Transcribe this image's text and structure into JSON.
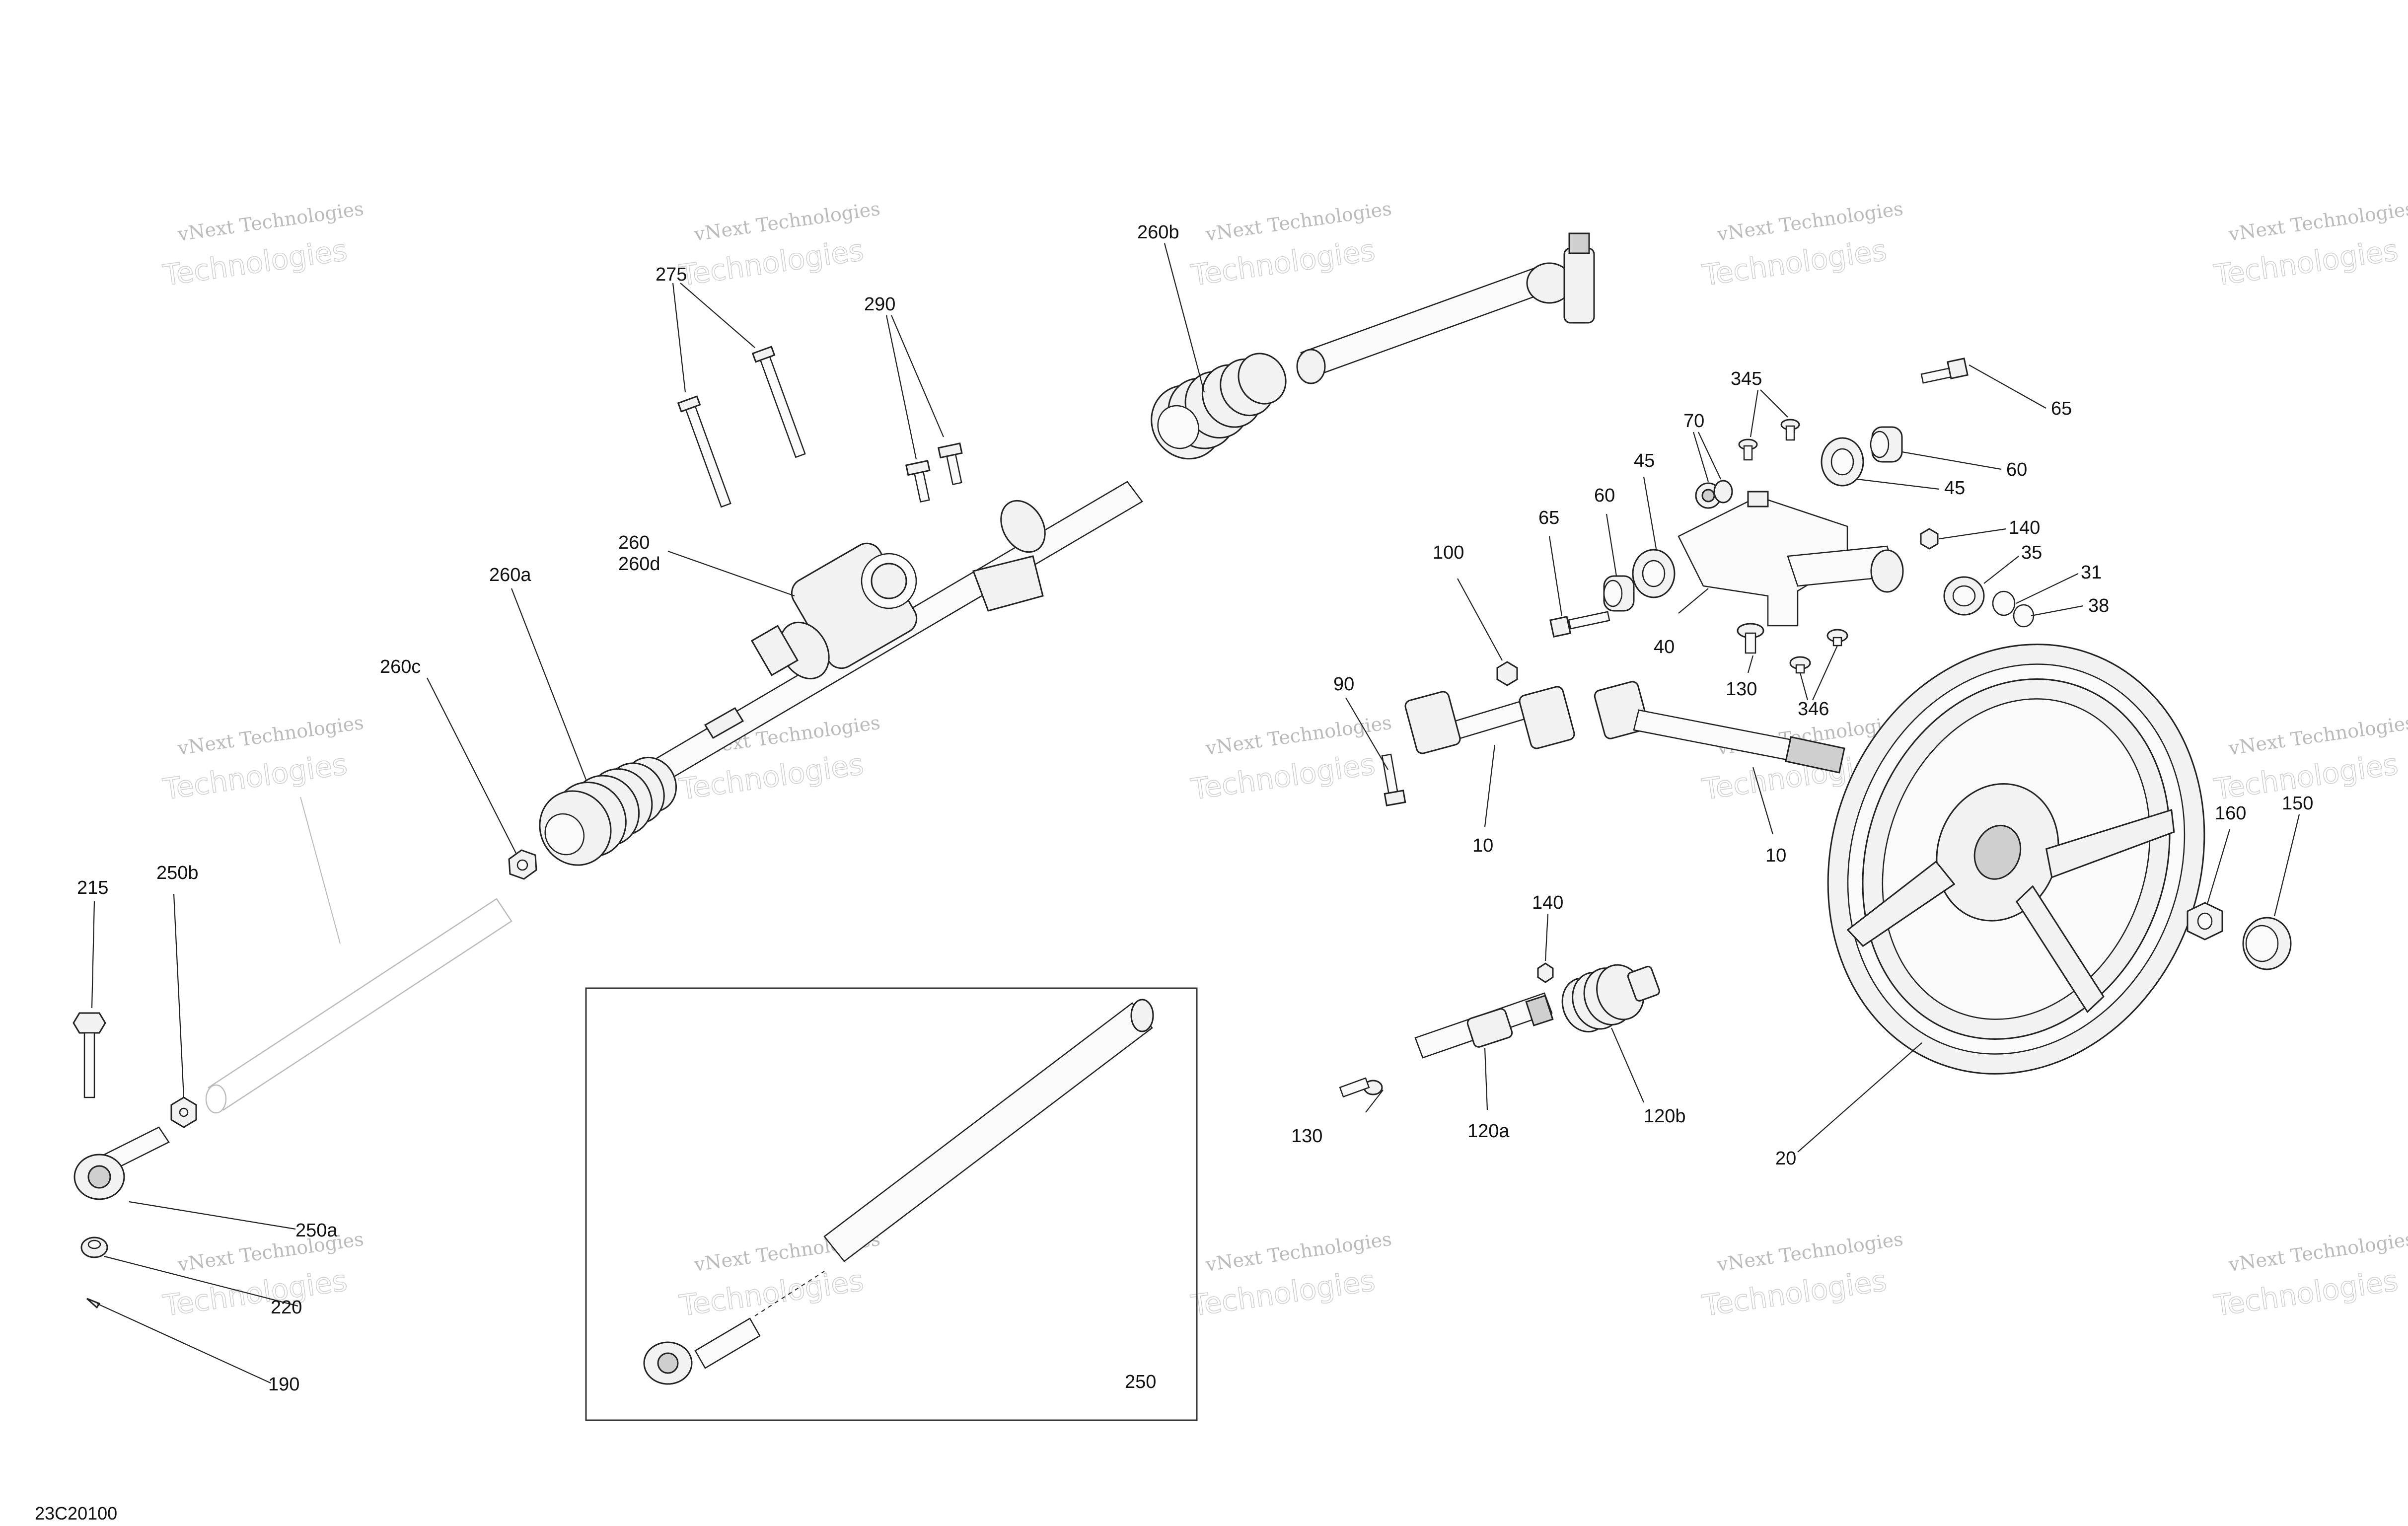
{
  "diagram_code": "23C20100",
  "watermark": {
    "line1": "vNext Technologies",
    "line2": "Technologies"
  },
  "callouts": [
    {
      "id": "c275",
      "text": "275"
    },
    {
      "id": "c290",
      "text": "290"
    },
    {
      "id": "c260b",
      "text": "260b"
    },
    {
      "id": "c260",
      "text": "260"
    },
    {
      "id": "c260d",
      "text": "260d"
    },
    {
      "id": "c260a",
      "text": "260a"
    },
    {
      "id": "c260c",
      "text": "260c"
    },
    {
      "id": "c215",
      "text": "215"
    },
    {
      "id": "c250b",
      "text": "250b"
    },
    {
      "id": "c250a",
      "text": "250a"
    },
    {
      "id": "c220",
      "text": "220"
    },
    {
      "id": "c190",
      "text": "190"
    },
    {
      "id": "c250",
      "text": "250"
    },
    {
      "id": "c345",
      "text": "345"
    },
    {
      "id": "c70",
      "text": "70"
    },
    {
      "id": "c65a",
      "text": "65"
    },
    {
      "id": "c60a",
      "text": "60"
    },
    {
      "id": "c45a",
      "text": "45"
    },
    {
      "id": "c45b",
      "text": "45"
    },
    {
      "id": "c60b",
      "text": "60"
    },
    {
      "id": "c65b",
      "text": "65"
    },
    {
      "id": "c140a",
      "text": "140"
    },
    {
      "id": "c35",
      "text": "35"
    },
    {
      "id": "c31",
      "text": "31"
    },
    {
      "id": "c38",
      "text": "38"
    },
    {
      "id": "c100",
      "text": "100"
    },
    {
      "id": "c40",
      "text": "40"
    },
    {
      "id": "c130a",
      "text": "130"
    },
    {
      "id": "c346",
      "text": "346"
    },
    {
      "id": "c90",
      "text": "90"
    },
    {
      "id": "c10a",
      "text": "10"
    },
    {
      "id": "c10b",
      "text": "10"
    },
    {
      "id": "c160",
      "text": "160"
    },
    {
      "id": "c150",
      "text": "150"
    },
    {
      "id": "c140b",
      "text": "140"
    },
    {
      "id": "c130b",
      "text": "130"
    },
    {
      "id": "c120a",
      "text": "120a"
    },
    {
      "id": "c120b",
      "text": "120b"
    },
    {
      "id": "c20",
      "text": "20"
    }
  ]
}
